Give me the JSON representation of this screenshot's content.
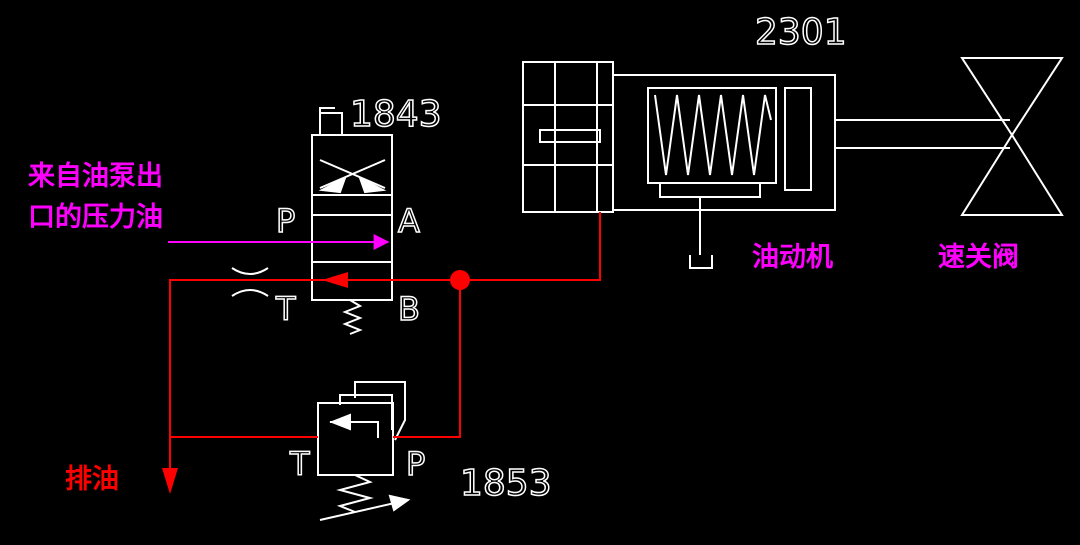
{
  "colors": {
    "background": "#000000",
    "line": "#ffffff",
    "pressure_line": "#ff0000",
    "supply_line": "#ff00ff",
    "label_magenta": "#ff00ff",
    "label_red": "#ff0000"
  },
  "labels": {
    "cylinder_id": "2301",
    "solenoid_valve_id": "1843",
    "relief_valve_id": "1853",
    "supply_text_line1": "来自油泵出",
    "supply_text_line2": "口的压力油",
    "port_p_valve": "P",
    "port_a": "A",
    "port_t_valve": "T",
    "port_b": "B",
    "port_t_relief": "T",
    "port_p_relief": "P",
    "drain": "排油",
    "actuator": "油动机",
    "trip_valve": "速关阀"
  }
}
